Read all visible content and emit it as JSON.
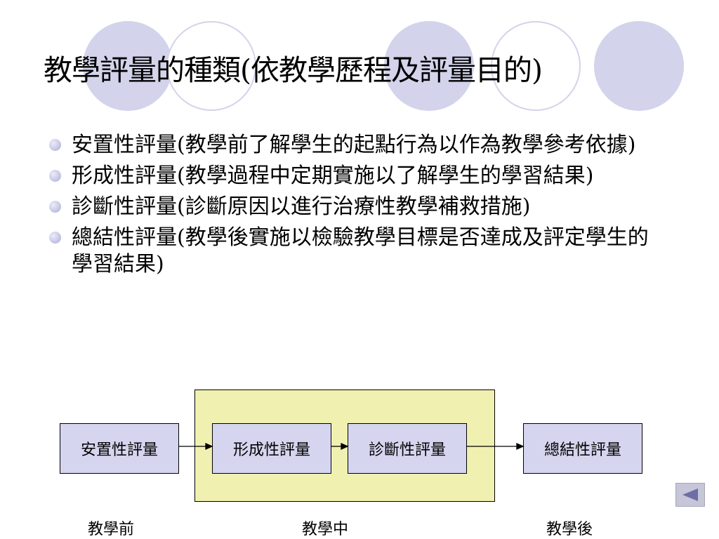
{
  "slide": {
    "title": "教學評量的種類(依教學歷程及評量目的)",
    "bullets": [
      "安置性評量(教學前了解學生的起點行為以作為教學參考依據)",
      "形成性評量(教學過程中定期實施以了解學生的學習結果)",
      "診斷性評量(診斷原因以進行治療性教學補救措施)",
      "總結性評量(教學後實施以檢驗教學目標是否達成及評定學生的學習結果)"
    ]
  },
  "diagram": {
    "nodes": [
      "安置性評量",
      "形成性評量",
      "診斷性評量",
      "總結性評量"
    ],
    "phases": [
      "教學前",
      "教學中",
      "教學後"
    ]
  },
  "nav": {
    "back_icon": "triangle-left-icon"
  },
  "colors": {
    "decor_circle": "#d3d3eb",
    "node_fill": "#d5d5ef",
    "stage_box_fill": "#f0f0b0",
    "nav_button": "#c6c6d8",
    "nav_arrow": "#6e6ea6"
  }
}
